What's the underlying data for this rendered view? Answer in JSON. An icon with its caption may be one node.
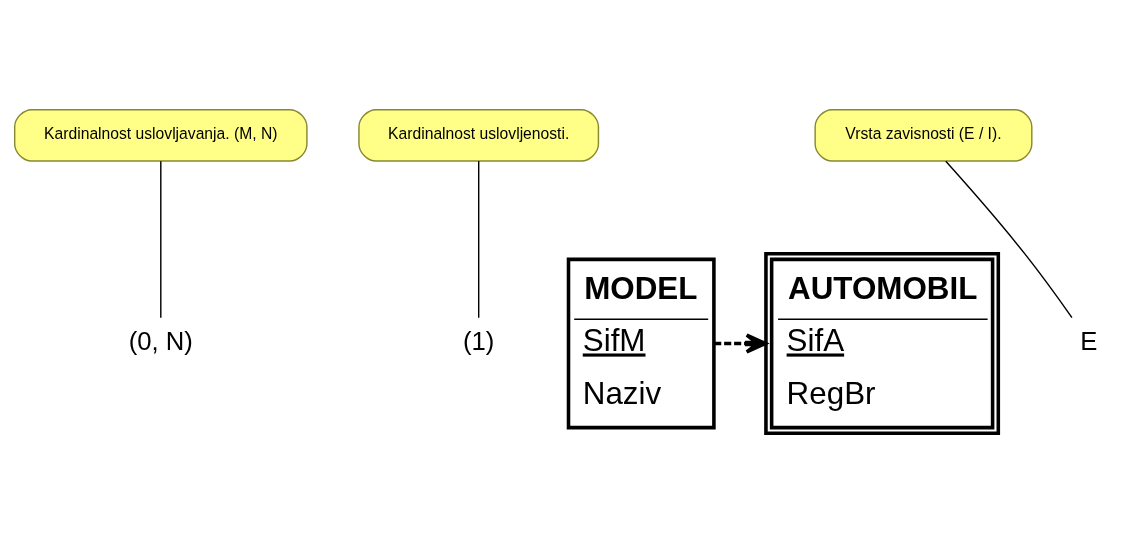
{
  "diagram": {
    "nodes": [
      {
        "text": [
          "Kardinalnost uslovljavanja. (M, N)"
        ]
      },
      {
        "text": [
          "Kardinalnost uslovljenosti."
        ]
      },
      {
        "text": [
          "MODEL",
          "SifM",
          "Naziv"
        ]
      },
      {
        "text": [
          "(0, N)"
        ]
      },
      {
        "text": [
          "E"
        ]
      },
      {
        "text": [
          "(1)"
        ]
      },
      {
        "text": [
          "AUTOMOBIL",
          "SifA",
          "RegBr"
        ]
      },
      {
        "text": [
          "Vrsta zavisnosti (E / I)."
        ]
      }
    ],
    "edges": [
      {
        "from": 2,
        "to": 6,
        "arrow": "to",
        "style": "dashed"
      },
      {
        "from": 0,
        "to": 3,
        "arrow": "none"
      },
      {
        "from": 1,
        "to": 5,
        "arrow": "none"
      },
      {
        "from": 7,
        "to": 4,
        "arrow": "none"
      }
    ]
  }
}
